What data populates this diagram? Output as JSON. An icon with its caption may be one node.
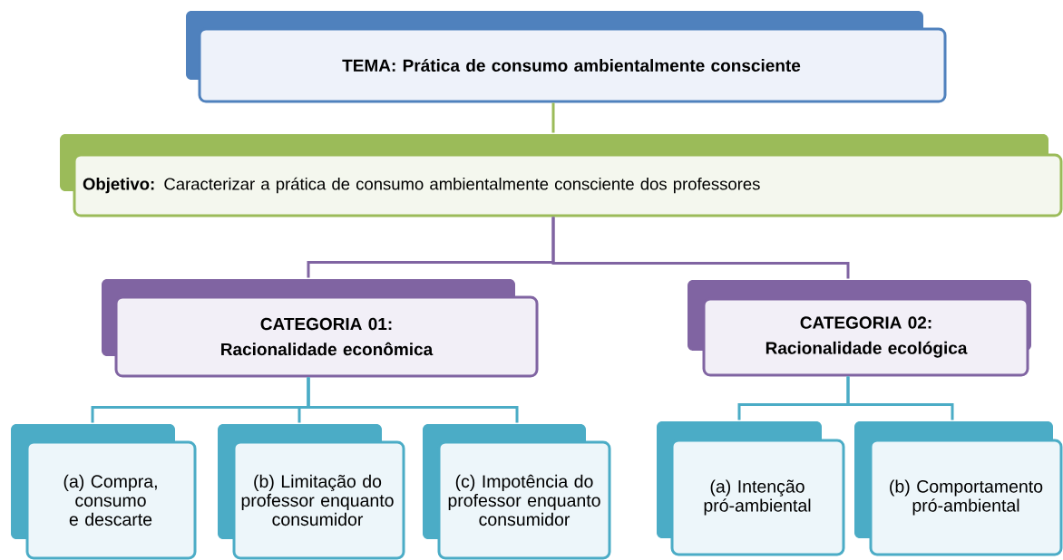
{
  "diagram": {
    "nodes": [
      {
        "text": [
          "TEMA: Prática de consumo ambientalmente consciente"
        ]
      },
      {
        "text": [
          "**Objetivo:**  Caracterizar a prática de consumo ambientalmente consciente dos professores"
        ]
      },
      {
        "text": [
          "CATEGORIA 01:",
          "Racionalidade econômica"
        ]
      },
      {
        "text": [
          "CATEGORIA 02:",
          "Racionalidade ecológica"
        ]
      },
      {
        "text": [
          "(a) Compra, consumo e descarte"
        ]
      },
      {
        "text": [
          "(b) Limitação do professor enquanto consumidor"
        ]
      },
      {
        "text": [
          "(c) Impotência do professor enquanto consumidor"
        ]
      },
      {
        "text": [
          "(a) Intenção pró-ambiental"
        ]
      },
      {
        "text": [
          "(b) Comportamento pró-ambiental"
        ]
      }
    ],
    "edges": [
      {
        "from": 0,
        "to": 1,
        "arrow": "none",
        "color": "#9bbb59"
      },
      {
        "from": 1,
        "to": 2,
        "arrow": "none",
        "color": "#8064a2"
      },
      {
        "from": 1,
        "to": 3,
        "arrow": "none",
        "color": "#8064a2"
      },
      {
        "from": 2,
        "to": 4,
        "arrow": "none"
      },
      {
        "from": 2,
        "to": 5,
        "arrow": "none"
      },
      {
        "from": 2,
        "to": 6,
        "arrow": "none"
      },
      {
        "from": 3,
        "to": 7,
        "arrow": "none"
      },
      {
        "from": 3,
        "to": 8,
        "arrow": "none"
      }
    ]
  }
}
